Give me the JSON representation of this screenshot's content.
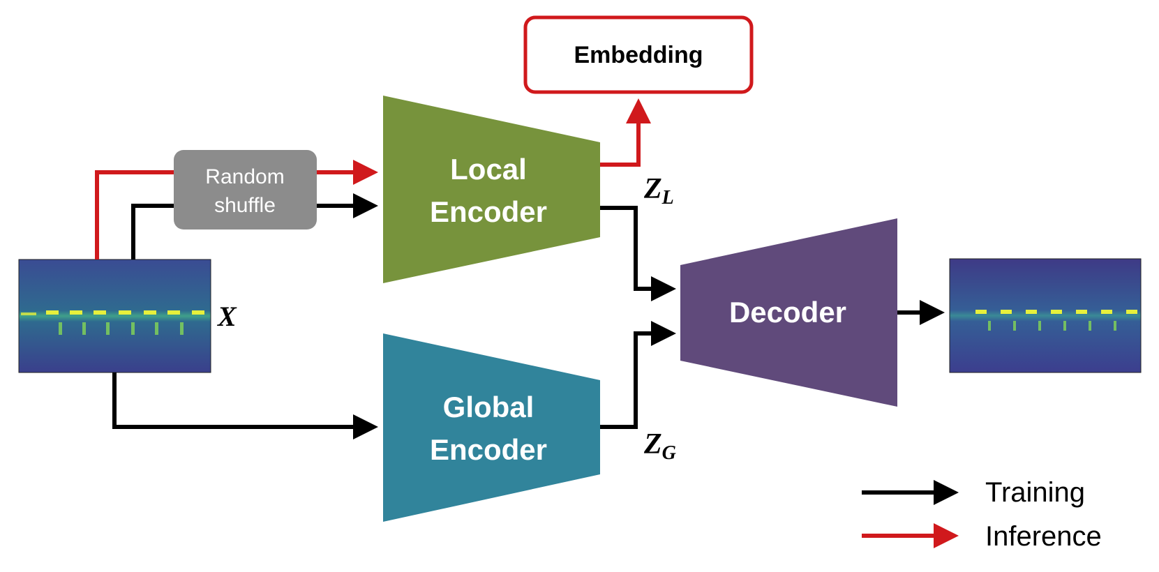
{
  "blocks": {
    "random_shuffle": {
      "line1": "Random",
      "line2": "shuffle"
    },
    "local_encoder": {
      "line1": "Local",
      "line2": "Encoder"
    },
    "global_encoder": {
      "line1": "Global",
      "line2": "Encoder"
    },
    "decoder": {
      "label": "Decoder"
    },
    "embedding": {
      "label": "Embedding"
    }
  },
  "variables": {
    "input": "X",
    "zl_main": "Z",
    "zl_sub": "L",
    "zg_main": "Z",
    "zg_sub": "G"
  },
  "legend": {
    "training": "Training",
    "inference": "Inference"
  },
  "colors": {
    "training": "#000000",
    "inference": "#d0191c",
    "local_encoder": "#77933c",
    "global_encoder": "#31849b",
    "decoder": "#604a7b",
    "random_shuffle": "#8c8c8c",
    "spectrogram_bg": "#3b4f8f",
    "spectrogram_line": "#d9f03a"
  }
}
